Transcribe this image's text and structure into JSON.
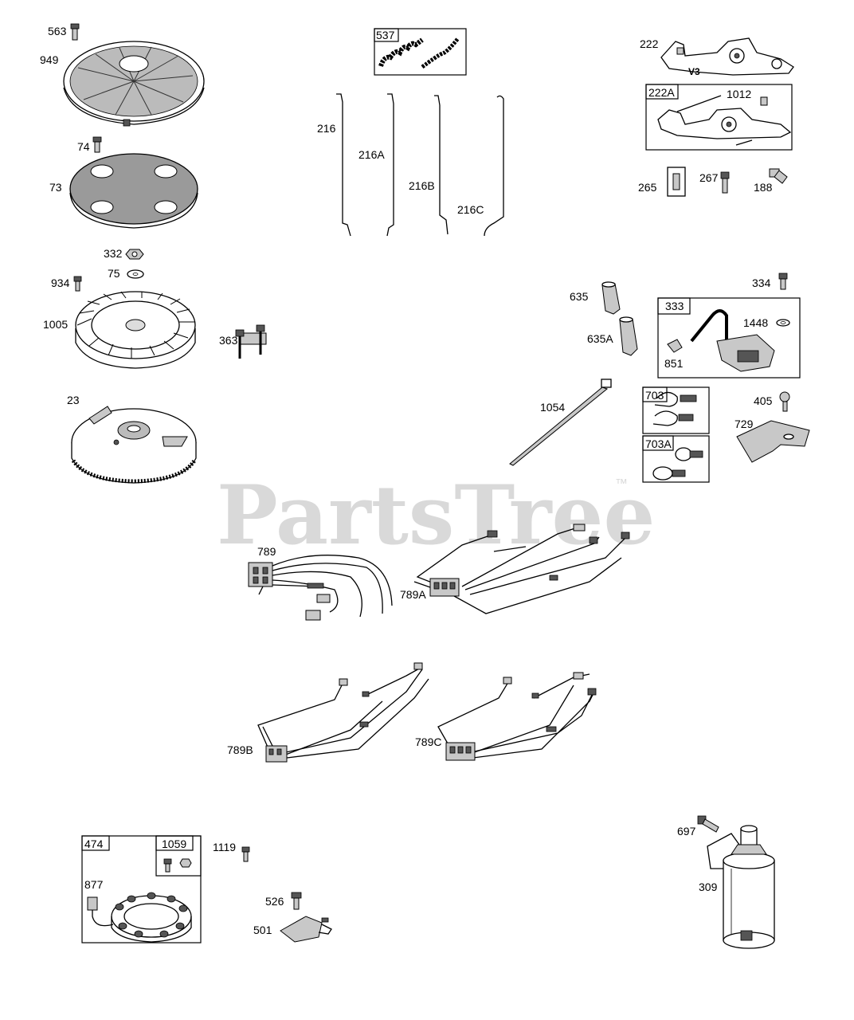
{
  "watermark": {
    "text": "PartsTree",
    "trademark": "™",
    "color": "#d9d9d9"
  },
  "labels": {
    "p563": "563",
    "p949": "949",
    "p74": "74",
    "p73": "73",
    "p332": "332",
    "p75": "75",
    "p934": "934",
    "p1005": "1005",
    "p363": "363",
    "p23": "23",
    "p537": "537",
    "p216": "216",
    "p216A": "216A",
    "p216B": "216B",
    "p216C": "216C",
    "p222": "222",
    "v3": "V3",
    "p222A": "222A",
    "p1012": "1012",
    "p265": "265",
    "p267": "267",
    "p188": "188",
    "p635": "635",
    "p635A": "635A",
    "p334": "334",
    "p333": "333",
    "p1448": "1448",
    "p851": "851",
    "p1054": "1054",
    "p703": "703",
    "p405": "405",
    "p729": "729",
    "p703A": "703A",
    "p789": "789",
    "p789A": "789A",
    "p789B": "789B",
    "p789C": "789C",
    "p474": "474",
    "p1059": "1059",
    "p877": "877",
    "p1119": "1119",
    "p526": "526",
    "p501": "501",
    "p697": "697",
    "p309": "309"
  }
}
